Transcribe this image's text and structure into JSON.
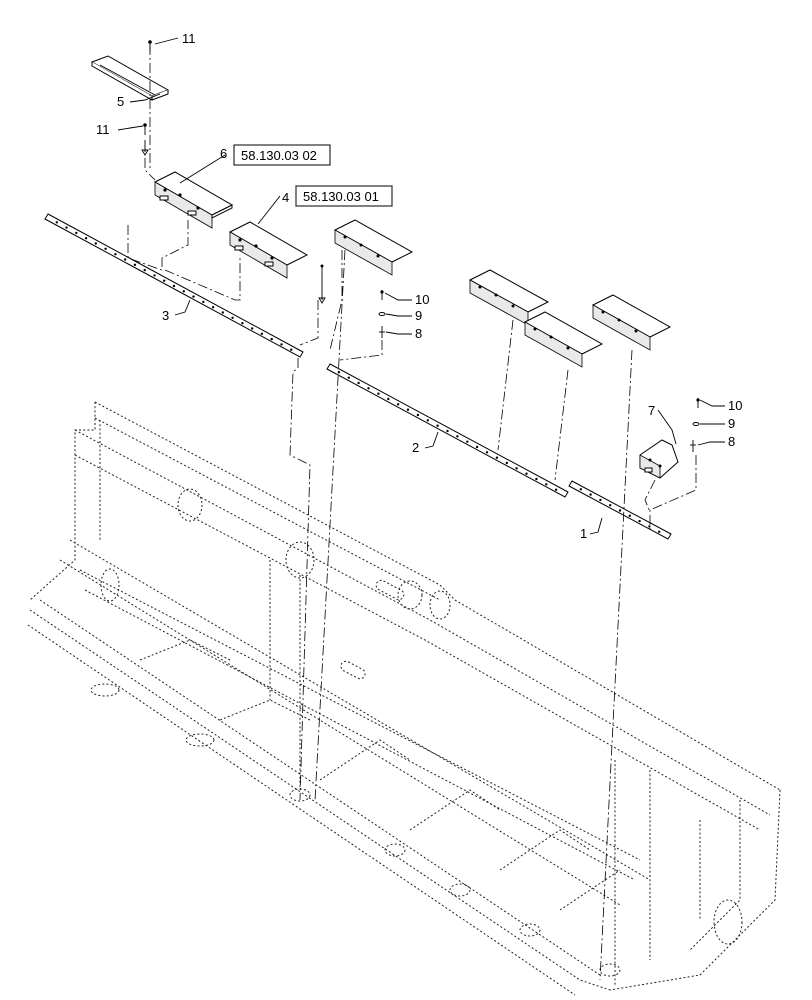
{
  "callouts": {
    "c1": "1",
    "c2": "2",
    "c3": "3",
    "c4": "4",
    "c5": "5",
    "c6": "6",
    "c7": "7",
    "c8a": "8",
    "c8b": "8",
    "c9a": "9",
    "c9b": "9",
    "c10a": "10",
    "c10b": "10",
    "c11a": "11",
    "c11b": "11"
  },
  "references": {
    "ref_part6": "58.130.03 02",
    "ref_part4": "58.130.03 01"
  }
}
